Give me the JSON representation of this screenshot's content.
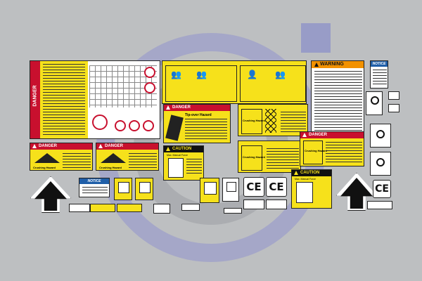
{
  "labels": {
    "danger": "DANGER",
    "warning": "WARNING",
    "caution": "CAUTION",
    "notice": "NOTICE",
    "ce_mark": "CE",
    "tipover_hazard": "Tip-over Hazard",
    "crushing_hazard": "Crushing Hazard",
    "manual_force": "Max. Manual Force"
  },
  "colors": {
    "safety_yellow": "#f6e11b",
    "danger_red": "#c8102e",
    "warning_orange": "#f29100",
    "notice_blue": "#1f5ea8",
    "background_gray": "#bdbfc1"
  },
  "icons": [
    "up-arrow-icon",
    "hand-icon",
    "hook-icon",
    "crush-icon",
    "prohibited-icon",
    "person-icon"
  ]
}
